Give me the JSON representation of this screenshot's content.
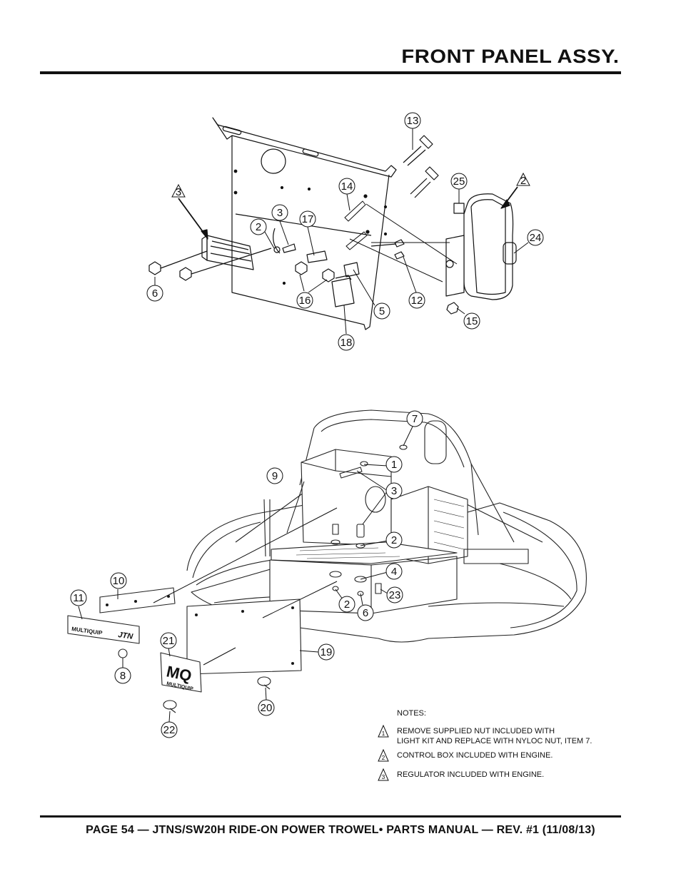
{
  "page": {
    "title": "FRONT PANEL ASSY.",
    "footer": "PAGE 54 — JTNS/SW20H RIDE-ON POWER TROWEL• PARTS MANUAL — REV. #1 (11/08/13)"
  },
  "callouts_top": [
    "13",
    "14",
    "3",
    "17",
    "2",
    "25",
    "24",
    "6",
    "16",
    "5",
    "12",
    "15",
    "18"
  ],
  "flags_top": [
    "3",
    "2"
  ],
  "callouts_bottom": [
    "7",
    "1",
    "9",
    "3",
    "2",
    "4",
    "10",
    "11",
    "23",
    "2",
    "6",
    "21",
    "19",
    "8",
    "20",
    "22"
  ],
  "labels": {
    "multiquip": "MULTIQUIP",
    "jtn": "JTN",
    "mq": "MQ"
  },
  "notes": {
    "heading": "NOTES:",
    "items": [
      {
        "num": "1",
        "lines": [
          "REMOVE SUPPLIED NUT INCLUDED WITH",
          "LIGHT KIT AND REPLACE WITH NYLOC NUT, ITEM 7."
        ]
      },
      {
        "num": "2",
        "lines": [
          "CONTROL BOX INCLUDED WITH ENGINE."
        ]
      },
      {
        "num": "3",
        "lines": [
          "REGULATOR INCLUDED WITH ENGINE."
        ]
      }
    ]
  }
}
